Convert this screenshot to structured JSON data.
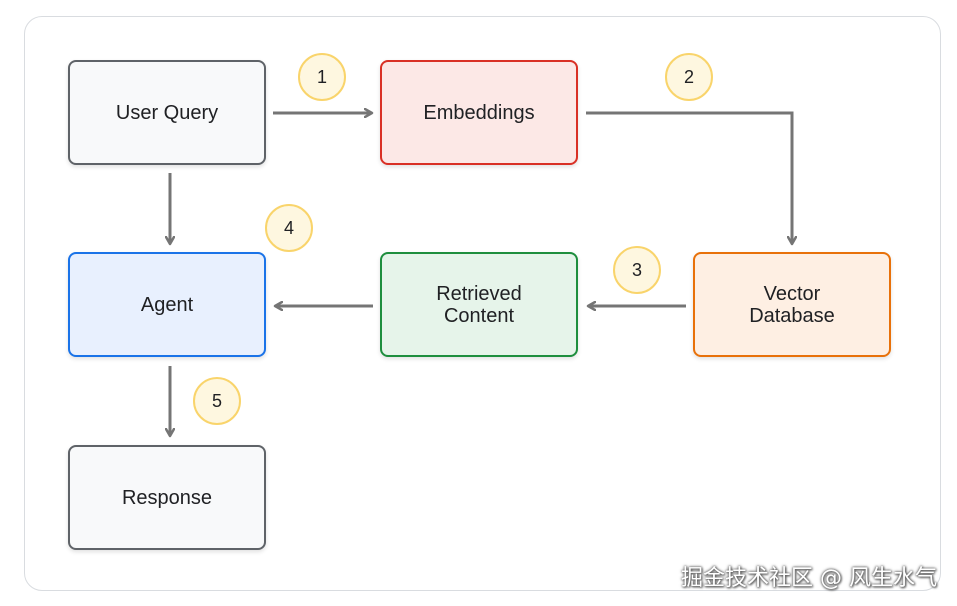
{
  "nodes": {
    "user_query": {
      "label": "User Query",
      "fill": "#f8f9fa",
      "stroke": "#5f6368"
    },
    "embeddings": {
      "label": "Embeddings",
      "fill": "#fce8e6",
      "stroke": "#d93025"
    },
    "vector_database": {
      "label": "Vector\nDatabase",
      "fill": "#feefe3",
      "stroke": "#e8710a"
    },
    "retrieved_content": {
      "label": "Retrieved\nContent",
      "fill": "#e6f4ea",
      "stroke": "#1e8e3e"
    },
    "agent": {
      "label": "Agent",
      "fill": "#e8f0fe",
      "stroke": "#1a73e8"
    },
    "response": {
      "label": "Response",
      "fill": "#f8f9fa",
      "stroke": "#5f6368"
    }
  },
  "steps": [
    "1",
    "2",
    "3",
    "4",
    "5"
  ],
  "badge_colors": {
    "fill": "#fef7e0",
    "stroke": "#f9d46b"
  },
  "arrow_color": "#757575",
  "watermark": "掘金技术社区 @ 风生水气"
}
